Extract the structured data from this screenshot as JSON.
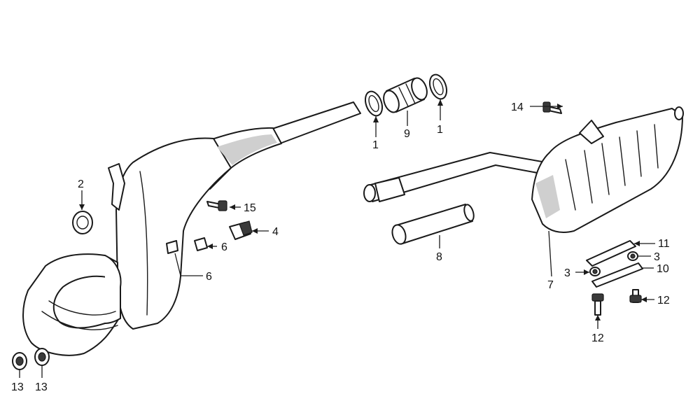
{
  "callouts": {
    "c1a": "1",
    "c1b": "1",
    "c2": "2",
    "c3a": "3",
    "c3b": "3",
    "c4": "4",
    "c6a": "6",
    "c6b": "6",
    "c7": "7",
    "c8": "8",
    "c9": "9",
    "c10": "10",
    "c11": "11",
    "c12a": "12",
    "c12b": "12",
    "c13a": "13",
    "c13b": "13",
    "c14": "14",
    "c15": "15"
  },
  "colors": {
    "line": "#1a1a1a",
    "background": "#ffffff",
    "shade": "#cfcfcf"
  }
}
